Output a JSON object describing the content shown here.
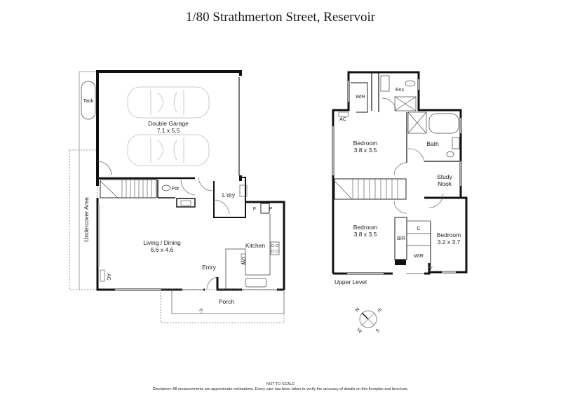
{
  "title": "1/80 Strathmerton Street, Reservoir",
  "ground_floor": {
    "rooms": [
      {
        "name": "Double Garage",
        "size": "7.1 x 5.5"
      },
      {
        "name": "Living / Dining",
        "size": "6.6 x 4.6"
      },
      {
        "name": "Kitchen"
      },
      {
        "name": "L'dry"
      },
      {
        "name": "Pdr"
      },
      {
        "name": "Entry"
      },
      {
        "name": "Porch"
      },
      {
        "name": "Undercover Area"
      },
      {
        "name": "Tank"
      },
      {
        "name": "F"
      },
      {
        "name": "P"
      },
      {
        "name": "DW"
      },
      {
        "name": "AC"
      }
    ]
  },
  "upper_floor": {
    "label": "Upper Level",
    "rooms": [
      {
        "name": "Bedroom",
        "size": "3.8 x 3.5"
      },
      {
        "name": "Bedroom",
        "size": "3.8 x 3.5"
      },
      {
        "name": "Bedroom",
        "size": "3.2 x 3.7"
      },
      {
        "name": "WIR"
      },
      {
        "name": "Ens"
      },
      {
        "name": "Bath"
      },
      {
        "name": "Study Nook"
      },
      {
        "name": "BIR"
      },
      {
        "name": "WIR"
      },
      {
        "name": "C"
      },
      {
        "name": "AC"
      }
    ]
  },
  "compass": {
    "n": "N",
    "e": "E",
    "s": "S",
    "w": "W"
  },
  "footer": {
    "scale_note": "NOT TO SCALE",
    "disclaimer": "Disclaimer: All measurements are approximate estimations. Every care has been taken to verify the accuracy of details on this floorplan and brochure."
  }
}
